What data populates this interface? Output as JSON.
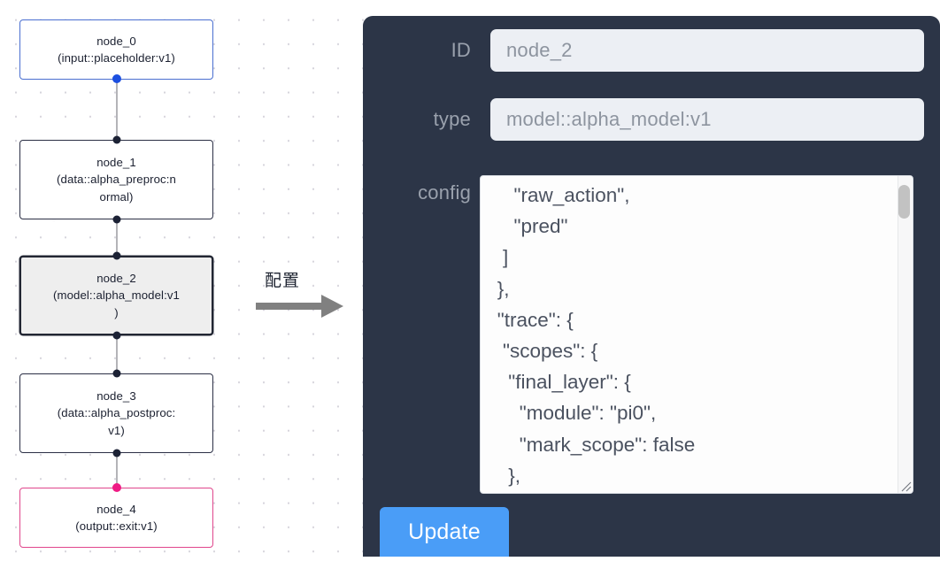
{
  "graph": {
    "nodes": [
      {
        "id": "node_0",
        "label": "node_0\n(input::placeholder:v1)",
        "kind": "input",
        "selected": false
      },
      {
        "id": "node_1",
        "label": "node_1\n(data::alpha_preproc:n\normal)",
        "kind": "default",
        "selected": false
      },
      {
        "id": "node_2",
        "label": "node_2\n(model::alpha_model:v1\n)",
        "kind": "default",
        "selected": true
      },
      {
        "id": "node_3",
        "label": "node_3\n(data::alpha_postproc:\nv1)",
        "kind": "default",
        "selected": false
      },
      {
        "id": "node_4",
        "label": "node_4\n(output::exit:v1)",
        "kind": "output",
        "selected": false
      }
    ],
    "colors": {
      "input_border": "#4a6fd0",
      "output_border": "#e0468c",
      "default_border": "#2b2f45",
      "selected_fill": "#eeeeee",
      "edge": "#b4b4b8",
      "handle": "#1c2235",
      "handle_input": "#1c4fe0",
      "handle_output": "#ef1a84",
      "grid_dot": "#d6d4dc"
    }
  },
  "annotation": {
    "arrow_label": "配置",
    "arrow_icon": "right-arrow-icon",
    "arrow_color": "#808080"
  },
  "panel": {
    "background": "#2c3547",
    "fields": [
      {
        "key": "id",
        "label": "ID",
        "value": "node_2"
      },
      {
        "key": "type",
        "label": "type",
        "value": "model::alpha_model:v1"
      },
      {
        "key": "config",
        "label": "config"
      }
    ],
    "config_text": "      \"raw_action\",\n      \"pred\"\n    ]\n   },\n   \"trace\": {\n    \"scopes\": {\n     \"final_layer\": {\n       \"module\": \"pi0\",\n       \"mark_scope\": false\n     },\n     \"action_model\": {",
    "scrollbar": {
      "position": "near-top"
    },
    "update_label": "Update",
    "update_color": "#4a9df7"
  }
}
